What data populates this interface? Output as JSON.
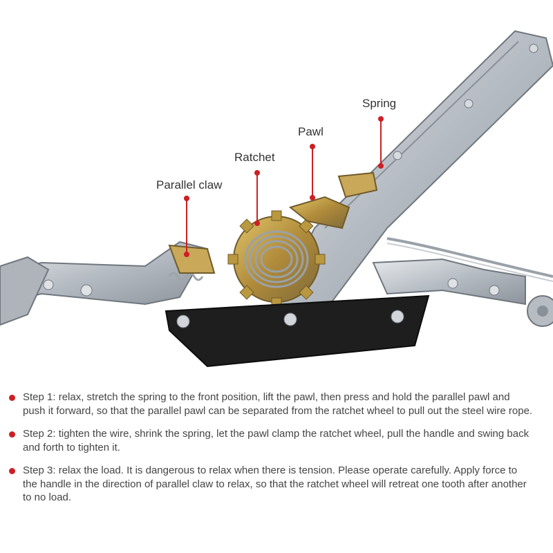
{
  "labels": {
    "spring": "Spring",
    "pawl": "Pawl",
    "ratchet": "Ratchet",
    "parallel_claw": "Parallel claw"
  },
  "steps": [
    {
      "text": "Step 1: relax, stretch the spring to the front position, lift the pawl, then press and hold the parallel pawl and push it forward, so that the parallel pawl can be separated from the ratchet wheel to pull out the steel wire rope."
    },
    {
      "text": "Step 2: tighten the wire, shrink the spring, let the pawl clamp the ratchet wheel, pull the handle and swing back and forth to tighten it."
    },
    {
      "text": "Step 3: relax the load. It is dangerous to relax when there is tension. Please operate carefully. Apply force to the handle in the direction of parallel claw to relax, so that the ratchet wheel will retreat one tooth after another to no load."
    }
  ],
  "colors": {
    "accent": "#cc1f24",
    "steel": "#b9bec4",
    "steel_dark": "#7d848c",
    "plate": "#1e1e1e",
    "gear": "#c7a24a"
  }
}
